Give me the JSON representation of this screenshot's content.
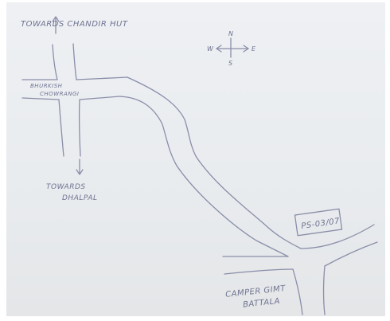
{
  "map": {
    "labels": {
      "north_road": "TOWARDS CHANDIR HUT",
      "junction_line1": "BHURKISH",
      "junction_line2": "CHOWRANGI",
      "south_road_line1": "TOWARDS",
      "south_road_line2": "DHALPAL",
      "camp_line1": "CAMPER GIMT",
      "camp_line2": "BATTALA",
      "plot_box": "PS-03/07"
    },
    "compass": {
      "north": "N",
      "south": "S",
      "east": "E",
      "west": "W"
    },
    "colors": {
      "paper": "#eceef2",
      "ink": "#8a8ea8",
      "text": "#6f7390"
    }
  }
}
